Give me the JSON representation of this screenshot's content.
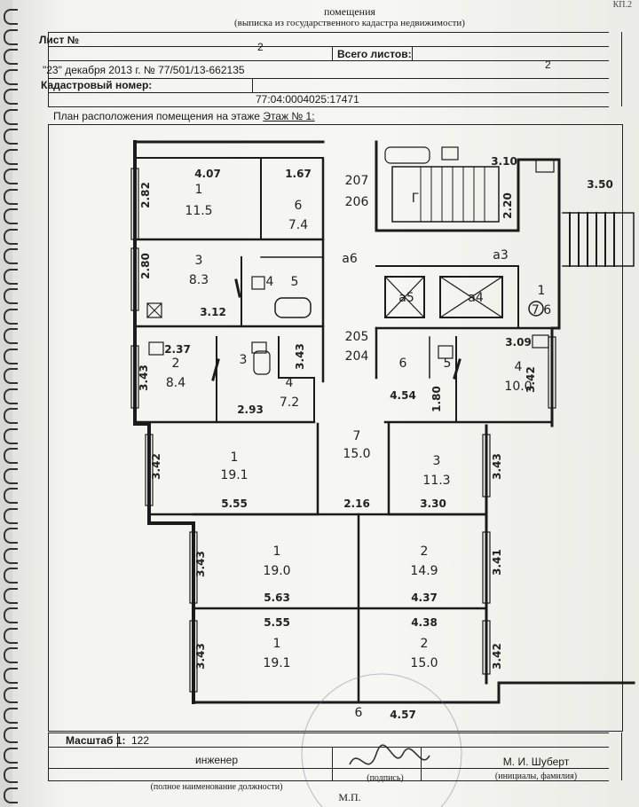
{
  "header": {
    "title_line": "помещения",
    "subtitle": "(выписка из государственного кадастра недвижимости)",
    "corner_code": "КП.2"
  },
  "form": {
    "sheet_label": "Лист №",
    "sheet_value": "2",
    "total_label": "Всего листов:",
    "total_value": "2",
    "date_line": "\"23\" декабря 2013 г. № 77/501/13-662135",
    "cadastral_label": "Кадастровый номер:",
    "cadastral_value": "77:04:0004025:17471",
    "plan_caption_prefix": "План расположения помещения на этаже",
    "plan_caption_floor": "Этаж № 1:"
  },
  "plan": {
    "room_labels": [
      "1",
      "11.5",
      "6",
      "7.4",
      "3",
      "8.3",
      "4",
      "5",
      "2",
      "8.4",
      "3",
      "4",
      "7.2",
      "207",
      "206",
      "а6",
      "205",
      "204",
      "7",
      "15.0",
      "1",
      "19.1",
      "3",
      "11.3",
      "1",
      "19.0",
      "2",
      "14.9",
      "1",
      "19.1",
      "2",
      "15.0",
      "Г",
      "а3",
      "а5",
      "а4",
      "1",
      "7.6",
      "6",
      "5",
      "4",
      "10.0",
      "6"
    ],
    "dimensions": [
      "4.07",
      "1.67",
      "2.82",
      "2.80",
      "3.12",
      "2.37",
      "3.43",
      "3.43",
      "2.93",
      "4.54",
      "1.80",
      "3.09",
      "3.42",
      "3.10",
      "2.20",
      "3.50",
      "3.42",
      "5.55",
      "2.16",
      "3.30",
      "3.43",
      "3.43",
      "5.63",
      "5.55",
      "4.37",
      "4.38",
      "3.41",
      "3.43",
      "3.42",
      "4.57"
    ]
  },
  "footer": {
    "scale_label": "Масштаб 1:",
    "scale_value": "122",
    "position_value": "инженер",
    "position_caption": "(полное наименование должности)",
    "signature_caption": "(подпись)",
    "name_value": "М. И. Шуберт",
    "name_caption": "(инициалы, фамилия)",
    "seal_text": "М.П."
  }
}
